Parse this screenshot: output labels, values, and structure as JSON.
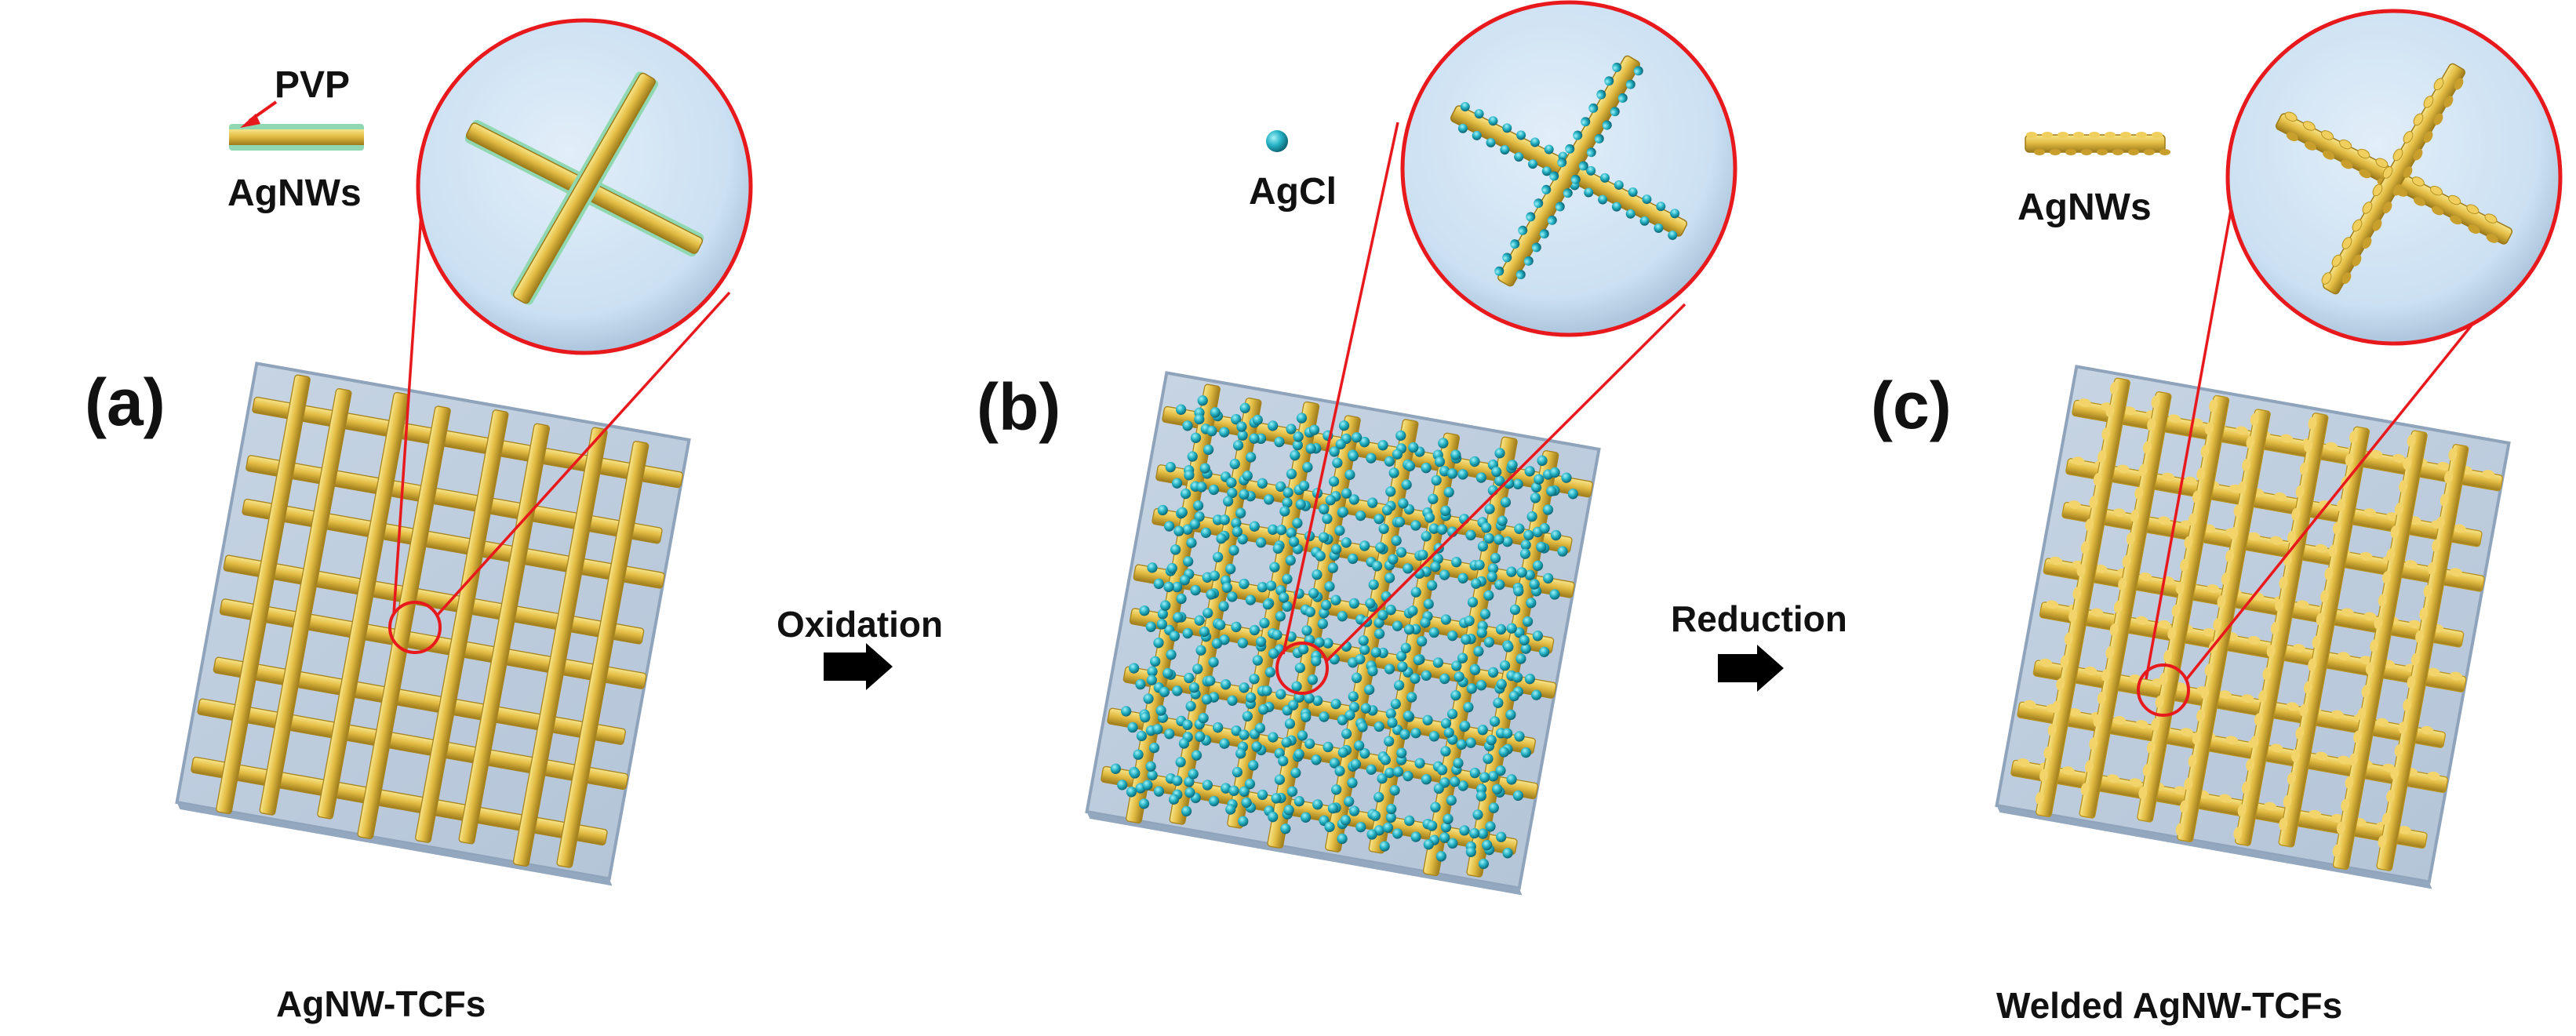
{
  "figure": {
    "panels": [
      {
        "id": "a",
        "label": "(a)",
        "caption": "AgNW-TCFs",
        "legend_label": "AgNWs",
        "legend_sublabel": "PVP",
        "wire_style": "smooth-with-pvp",
        "grid_lines": 8
      },
      {
        "id": "b",
        "label": "(b)",
        "caption": "",
        "legend_label": "AgCl",
        "wire_style": "beaded-agcl",
        "grid_lines": 8
      },
      {
        "id": "c",
        "label": "(c)",
        "caption": "Welded AgNW-TCFs",
        "legend_label": "AgNWs",
        "wire_style": "rough-welded",
        "grid_lines": 8
      }
    ],
    "steps": [
      {
        "label": "Oxidation",
        "icon": "right-arrow-icon"
      },
      {
        "label": "Reduction",
        "icon": "right-arrow-icon"
      }
    ]
  },
  "colors": {
    "substrate_top": "#c2d1e2",
    "substrate_edge": "#8fa3bb",
    "wire_light": "#f6dd76",
    "wire_mid": "#dcb33c",
    "wire_dark": "#9c7a1a",
    "pvp": "#8fd8b2",
    "agcl": "#28b3c5",
    "agcl_dark": "#0b6f80",
    "zoom_fill": "#cfe3f4",
    "zoom_stroke": "#e8191d",
    "arrow": "#000000",
    "pvp_arrow": "#e8191d"
  }
}
